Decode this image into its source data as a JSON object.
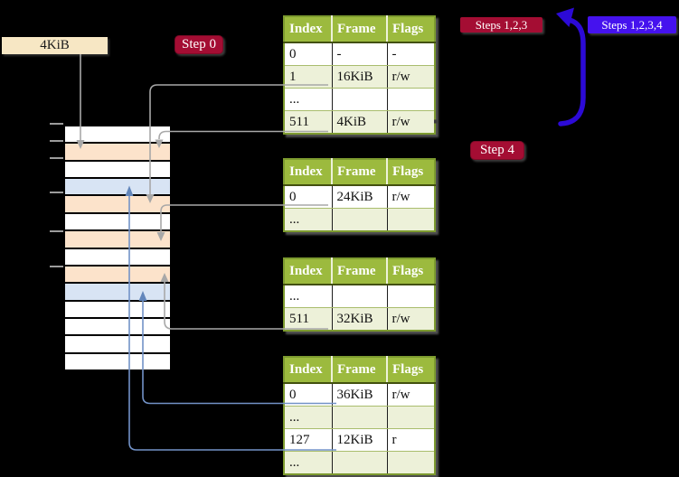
{
  "size_label": "4KiB",
  "badges": {
    "step0": "Step 0",
    "step4": "Step 4",
    "steps123": "Steps 1,2,3",
    "steps1234": "Steps 1,2,3,4"
  },
  "memory_column": {
    "row_types": [
      "white",
      "peach",
      "white",
      "blue",
      "peach",
      "white",
      "peach",
      "white",
      "peach",
      "blue",
      "white",
      "white",
      "white",
      "white"
    ]
  },
  "page_tables": [
    {
      "name": "table-1",
      "headers": [
        "Index",
        "Frame",
        "Flags"
      ],
      "rows": [
        {
          "index": "0",
          "frame": "-",
          "flags": "-",
          "shaded": false,
          "highlighted": false
        },
        {
          "index": "1",
          "frame": "16KiB",
          "flags": "r/w",
          "shaded": true,
          "highlighted": false
        },
        {
          "index": "...",
          "frame": "",
          "flags": "",
          "shaded": false,
          "highlighted": false
        },
        {
          "index": "511",
          "frame": "4KiB",
          "flags": "r/w",
          "shaded": true,
          "highlighted": true
        }
      ]
    },
    {
      "name": "table-2",
      "headers": [
        "Index",
        "Frame",
        "Flags"
      ],
      "rows": [
        {
          "index": "0",
          "frame": "24KiB",
          "flags": "r/w",
          "shaded": false,
          "highlighted": false
        },
        {
          "index": "...",
          "frame": "",
          "flags": "",
          "shaded": true,
          "highlighted": false
        }
      ]
    },
    {
      "name": "table-3",
      "headers": [
        "Index",
        "Frame",
        "Flags"
      ],
      "rows": [
        {
          "index": "...",
          "frame": "",
          "flags": "",
          "shaded": false,
          "highlighted": false
        },
        {
          "index": "511",
          "frame": "32KiB",
          "flags": "r/w",
          "shaded": true,
          "highlighted": false
        }
      ]
    },
    {
      "name": "table-4",
      "headers": [
        "Index",
        "Frame",
        "Flags"
      ],
      "rows": [
        {
          "index": "0",
          "frame": "36KiB",
          "flags": "r/w",
          "shaded": false,
          "highlighted": false
        },
        {
          "index": "...",
          "frame": "",
          "flags": "",
          "shaded": true,
          "highlighted": false
        },
        {
          "index": "127",
          "frame": "12KiB",
          "flags": "r",
          "shaded": false,
          "highlighted": false
        },
        {
          "index": "...",
          "frame": "",
          "flags": "",
          "shaded": true,
          "highlighted": false
        }
      ]
    }
  ],
  "arrows": [
    {
      "from": "size-label",
      "to": "memory-row-2",
      "color": "gray"
    },
    {
      "from": "table-1-row-1",
      "to": "memory-row-5",
      "color": "gray"
    },
    {
      "from": "table-1-row-511",
      "to": "memory-row-2",
      "color": "gray"
    },
    {
      "from": "table-2-row-0",
      "to": "memory-row-7",
      "color": "gray"
    },
    {
      "from": "table-3-row-511",
      "to": "memory-row-9",
      "color": "gray"
    },
    {
      "from": "table-4-row-0",
      "to": "memory-row-10",
      "color": "steel-blue"
    },
    {
      "from": "table-4-row-127",
      "to": "memory-row-4",
      "color": "steel-blue"
    },
    {
      "from": "table-1-row-511-right-edge",
      "to": "top-of-diagram",
      "color": "big-blue"
    }
  ],
  "colors": {
    "header_green": "#9cba3e",
    "border_green": "#7d9b2f",
    "row_border_green": "#a9bd6d",
    "shade_green": "#edf1d9",
    "highlight_yellow": "#feff9b",
    "peach": "#fce3cb",
    "pale_blue": "#d8e4f4",
    "badge_red": "#a40d33",
    "badge_blue": "#4512ee",
    "label_cream": "#f7e7c4",
    "arrow_gray": "#a8a8a8",
    "arrow_steel_blue": "#7292c7",
    "big_arrow_blue": "#2c0ad6"
  }
}
